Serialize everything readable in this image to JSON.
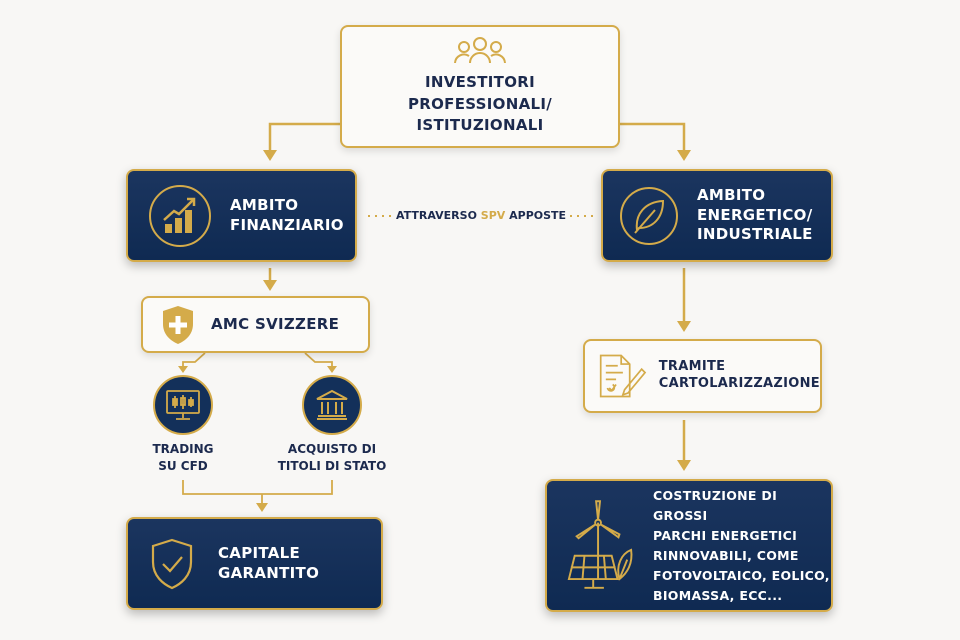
{
  "top": {
    "title_lines": [
      "INVESTITORI",
      "PROFESSIONALI/",
      "ISTITUZIONALI"
    ],
    "icon": "people-icon"
  },
  "financial": {
    "lines": [
      "AMBITO",
      "FINANZIARIO"
    ],
    "icon": "growth-chart-icon"
  },
  "energy": {
    "lines": [
      "AMBITO",
      "ENERGETICO/",
      "INDUSTRIALE"
    ],
    "icon": "leaf-icon"
  },
  "connector": {
    "before": "ATTRAVERSO",
    "highlight": "SPV",
    "after": "APPOSTE"
  },
  "amc": {
    "label": "AMC SVIZZERE",
    "icon": "shield-plus-icon"
  },
  "trading": {
    "lines": [
      "TRADING",
      "SU CFD"
    ],
    "icon": "candlestick-monitor-icon"
  },
  "bonds": {
    "lines": [
      "ACQUISTO DI",
      "TITOLI DI STATO"
    ],
    "icon": "bank-icon"
  },
  "capital": {
    "lines": [
      "CAPITALE",
      "GARANTITO"
    ],
    "icon": "shield-check-icon"
  },
  "securitization": {
    "lines": [
      "TRAMITE",
      "CARTOLARIZZAZIONE"
    ],
    "icon": "document-pen-icon"
  },
  "renewables": {
    "lines": [
      "COSTRUZIONE DI GROSSI",
      "PARCHI ENERGETICI",
      "RINNOVABILI, COME",
      "FOTOVOLTAICO, EOLICO,",
      "BIOMASSA, ECC..."
    ],
    "icon": "wind-solar-icon"
  },
  "colors": {
    "navy": "#13305a",
    "gold": "#d4ab4a",
    "text": "#1c2a4e"
  }
}
